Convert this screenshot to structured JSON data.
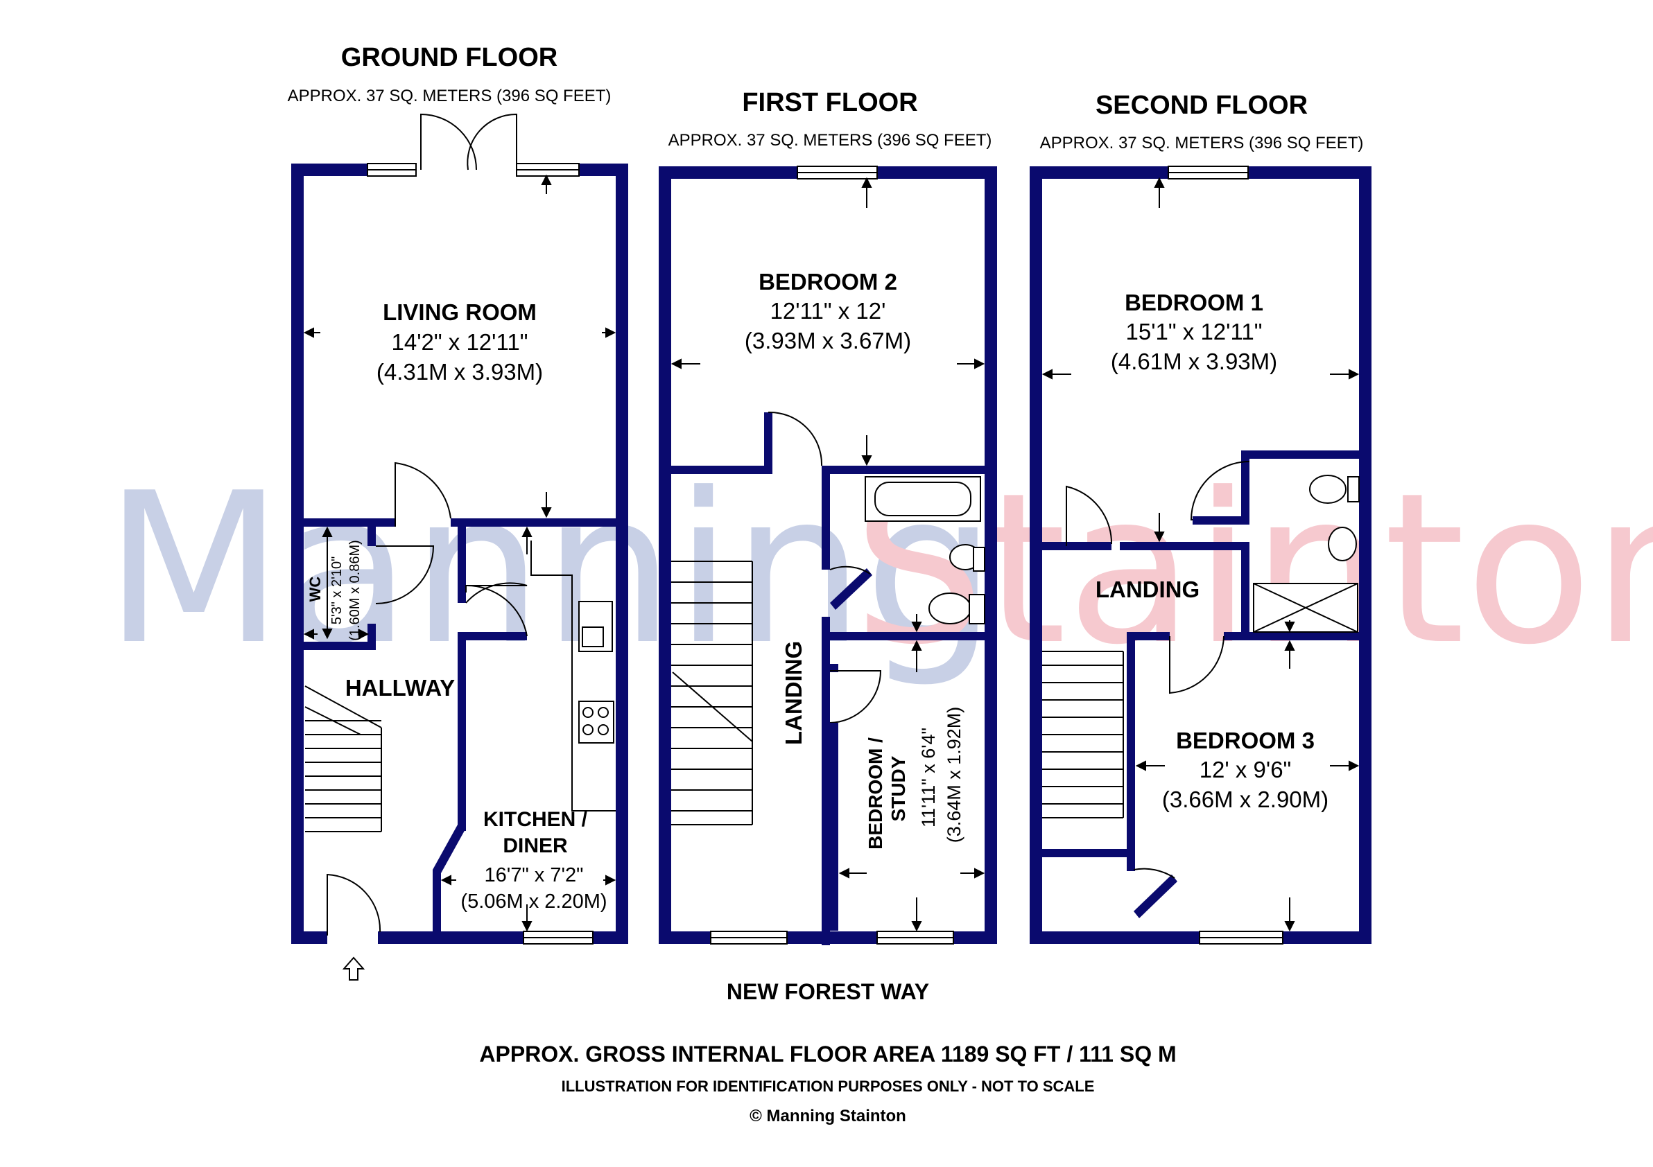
{
  "watermark": {
    "part1": "Manning",
    "part2": "Stainton",
    "color1": "#c8d0e6",
    "color2": "#f6c9cf"
  },
  "floors": [
    {
      "title": "GROUND FLOOR",
      "area": "APPROX. 37 SQ. METERS (396 SQ FEET)"
    },
    {
      "title": "FIRST FLOOR",
      "area": "APPROX. 37 SQ. METERS (396 SQ FEET)"
    },
    {
      "title": "SECOND FLOOR",
      "area": "APPROX. 37 SQ. METERS (396 SQ FEET)"
    }
  ],
  "rooms": {
    "living": {
      "name": "LIVING ROOM",
      "imperial": "14'2\" x 12'11\"",
      "metric": "(4.31M x 3.93M)"
    },
    "wc": {
      "name": "WC",
      "imperial": "5'3\" x 2'10\"",
      "metric": "(1.60M x 0.86M)"
    },
    "hallway": {
      "name": "HALLWAY"
    },
    "kitchen": {
      "name1": "KITCHEN /",
      "name2": "DINER",
      "imperial": "16'7\" x 7'2\"",
      "metric": "(5.06M x 2.20M)"
    },
    "bedroom2": {
      "name": "BEDROOM 2",
      "imperial": "12'11\" x 12'",
      "metric": "(3.93M x 3.67M)"
    },
    "landing1": {
      "name": "LANDING"
    },
    "study": {
      "name1": "BEDROOM /",
      "name2": "STUDY",
      "imperial": "11'11\" x 6'4\"",
      "metric": "(3.64M x 1.92M)"
    },
    "bedroom1": {
      "name": "BEDROOM 1",
      "imperial": "15'1\" x 12'11\"",
      "metric": "(4.61M x 3.93M)"
    },
    "landing2": {
      "name": "LANDING"
    },
    "bedroom3": {
      "name": "BEDROOM 3",
      "imperial": "12' x 9'6\"",
      "metric": "(3.66M x 2.90M)"
    }
  },
  "street": "NEW FOREST WAY",
  "footer": {
    "total": "APPROX. GROSS INTERNAL FLOOR AREA 1189 SQ FT / 111 SQ M",
    "disclaimer": "ILLUSTRATION FOR IDENTIFICATION PURPOSES ONLY - NOT TO SCALE",
    "copyright": "© Manning Stainton"
  },
  "colors": {
    "wall": "#0a0a6e"
  }
}
